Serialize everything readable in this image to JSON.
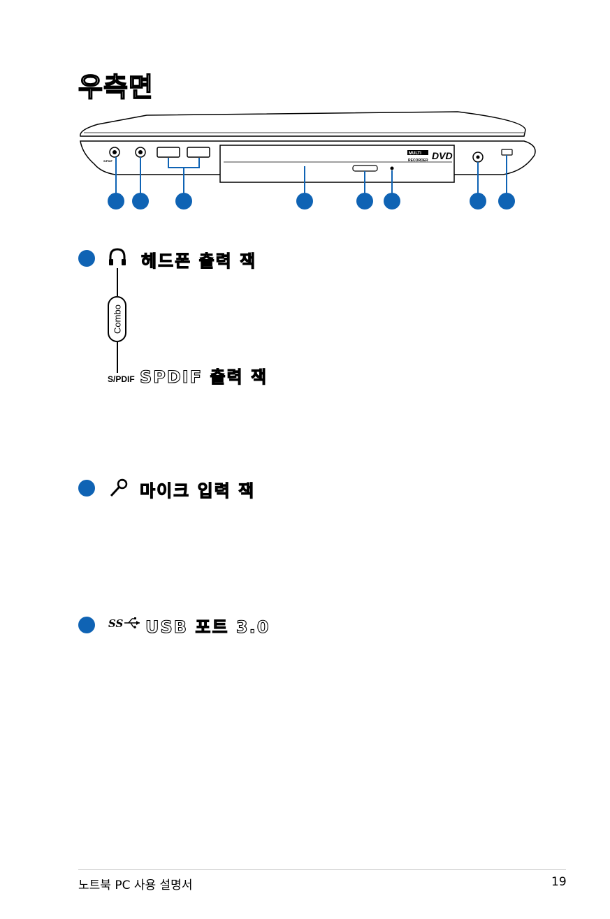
{
  "page": {
    "title": "우측면"
  },
  "figure": {
    "multi_recorder_text": "MULTI",
    "recorder_text": "RECORDER",
    "dvd_text": "DVD",
    "jack_label": "S/PDIF"
  },
  "sections": [
    {
      "heading": "헤드폰 출력 잭",
      "icon": "headphone-icon"
    },
    {
      "heading": "SPDIF 출력 잭",
      "icon": "spdif-icon"
    },
    {
      "heading": "마이크 입력 잭",
      "icon": "microphone-icon"
    },
    {
      "heading": "USB 포트 3.0",
      "icon": "usb-ss-icon"
    }
  ],
  "combo": {
    "label": "Combo",
    "spdif_label": "S/PDIF"
  },
  "footer": {
    "manual_title": "노트북 PC 사용 설명서",
    "page_number": "19"
  },
  "colors": {
    "accent": "#0f63b4"
  }
}
